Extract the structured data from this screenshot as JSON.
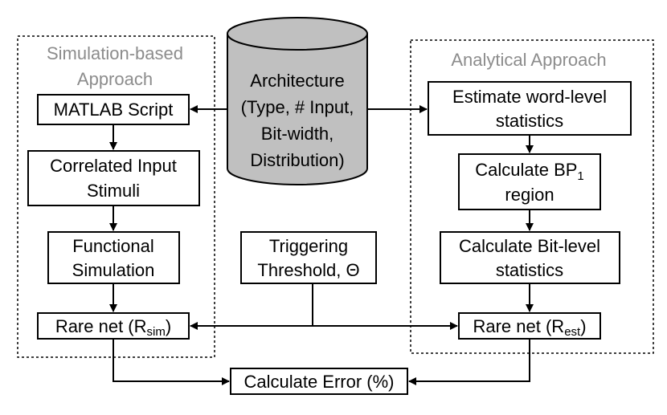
{
  "groups": {
    "simulation": {
      "title_line1": "Simulation-based",
      "title_line2": "Approach"
    },
    "analytical": {
      "title": "Analytical Approach"
    }
  },
  "architecture": {
    "line1": "Architecture",
    "line2": "(Type, # Input,",
    "line3": "Bit-width,",
    "line4": "Distribution)"
  },
  "simulation_steps": {
    "matlab": "MATLAB Script",
    "correlated_line1": "Correlated Input",
    "correlated_line2": "Stimuli",
    "functional_line1": "Functional",
    "functional_line2": "Simulation",
    "rare_net_prefix": "Rare net (R",
    "rare_net_sub": "sim",
    "rare_net_suffix": ")"
  },
  "analytical_steps": {
    "estimate_line1": "Estimate word-level",
    "estimate_line2": "statistics",
    "bp_line1_prefix": "Calculate BP",
    "bp_line1_sub": "1",
    "bp_line2": "region",
    "bitlevel_line1": "Calculate Bit-level",
    "bitlevel_line2": "statistics",
    "rare_net_prefix": "Rare net (R",
    "rare_net_sub": "est",
    "rare_net_suffix": ")"
  },
  "threshold": {
    "line1": "Triggering",
    "line2": "Threshold, Θ"
  },
  "error": {
    "label": "Calculate Error (%)"
  },
  "colors": {
    "cylinder_fill": "#c0c0c0",
    "group_title": "#8c8c8c",
    "line": "#000000"
  }
}
